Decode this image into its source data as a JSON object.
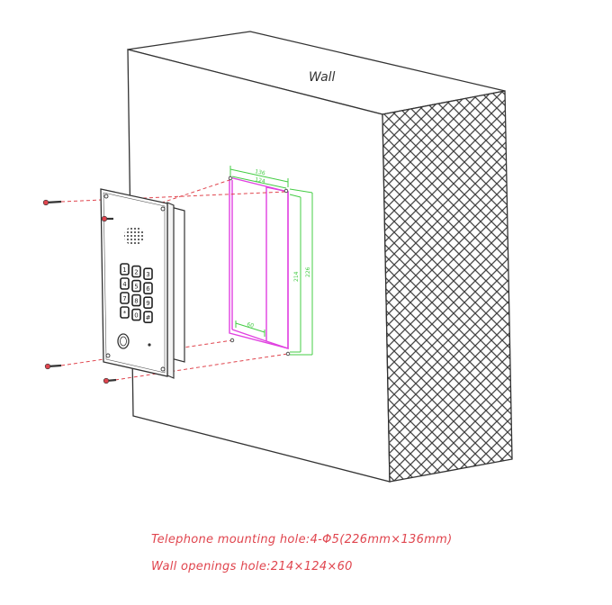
{
  "wall_label": "Wall",
  "captions": {
    "mounting_hole": "Telephone mounting hole:4-Φ5(226mm×136mm)",
    "wall_openings": "Wall openings hole:214×124×60"
  },
  "dimensions": {
    "outer_width": "136",
    "inner_width": "124",
    "inner_height": "214",
    "outer_height": "226",
    "depth": "60"
  },
  "keypad_keys": [
    "1",
    "2",
    "3",
    "4",
    "5",
    "6",
    "7",
    "8",
    "9",
    "*",
    "0",
    "#"
  ],
  "colors": {
    "line": "#333333",
    "guide_red": "#e0454e",
    "opening_magenta": "#e040e0",
    "dimension_green": "#44cc44",
    "hatch": "#555555"
  }
}
